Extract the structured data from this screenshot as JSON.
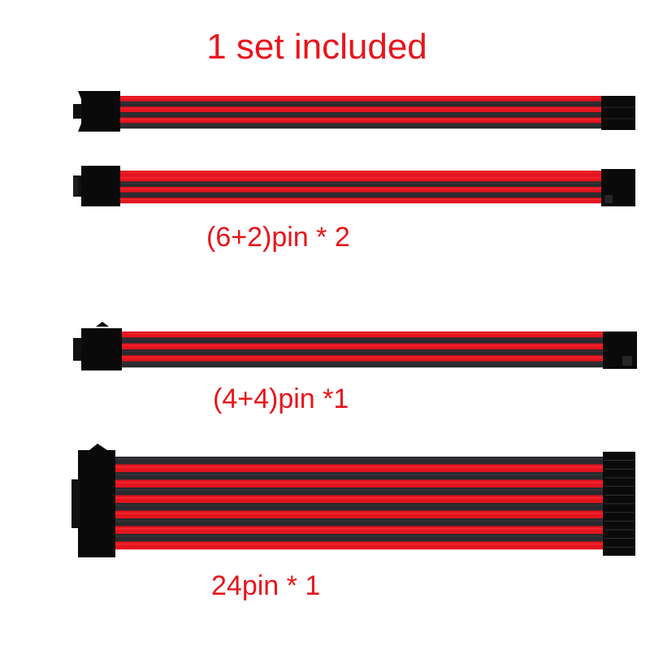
{
  "title": "1 set included",
  "labels": {
    "pcie": "(6+2)pin * 2",
    "cpu": "(4+4)pin *1",
    "atx": "24pin * 1"
  },
  "colors": {
    "text_red": "#e8151c",
    "sleeve_red": "#e3141e",
    "sleeve_black": "#2a2a2e",
    "connector_black": "#0a0a0a",
    "background": "#ffffff"
  },
  "cables": [
    {
      "id": "pcie-cable-1",
      "stripes": [
        "red",
        "black",
        "red",
        "black",
        "red",
        "black"
      ]
    },
    {
      "id": "pcie-cable-2",
      "stripes": [
        "red",
        "red",
        "black",
        "red",
        "black",
        "red"
      ]
    },
    {
      "id": "cpu-cable",
      "stripes": [
        "red",
        "black",
        "red",
        "black",
        "red",
        "black"
      ]
    },
    {
      "id": "atx-cable",
      "stripes": [
        "black",
        "red",
        "black",
        "red",
        "black",
        "red",
        "black",
        "red",
        "black",
        "red",
        "black",
        "red"
      ]
    }
  ]
}
